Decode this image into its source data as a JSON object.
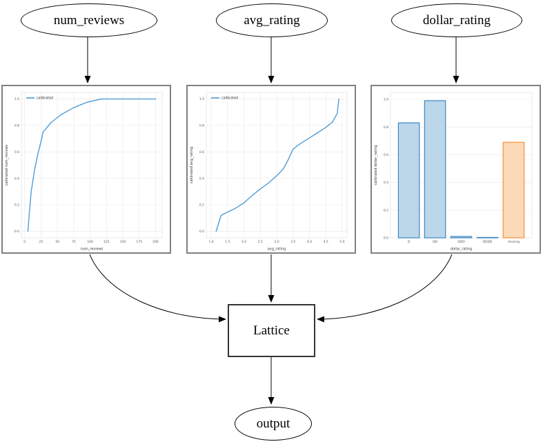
{
  "nodes": {
    "num_reviews": "num_reviews",
    "avg_rating": "avg_rating",
    "dollar_rating": "dollar_rating",
    "lattice": "Lattice",
    "output": "output"
  },
  "edges": [
    {
      "from": "num_reviews",
      "to": "num_reviews calibration plot"
    },
    {
      "from": "avg_rating",
      "to": "avg_rating calibration plot"
    },
    {
      "from": "dollar_rating",
      "to": "dollar_rating calibration plot"
    },
    {
      "from": "num_reviews calibration plot",
      "to": "Lattice"
    },
    {
      "from": "avg_rating calibration plot",
      "to": "Lattice"
    },
    {
      "from": "dollar_rating calibration plot",
      "to": "Lattice"
    },
    {
      "from": "Lattice",
      "to": "output"
    }
  ],
  "colors": {
    "line_blue": "#4f9bd5",
    "bar_blue_fill": "#bcd6ea",
    "bar_blue_edge": "#3d87c0",
    "bar_orange_fill": "#fcd9b8",
    "bar_orange_edge": "#f98f37",
    "grid": "#ebebeb",
    "axes_frame": "#e0e0e0",
    "tick_text": "#555555",
    "edge_black": "#000000",
    "plot_border": "#7f7f7f"
  },
  "chart_data": [
    {
      "type": "line",
      "title": "",
      "xlabel": "num_reviews",
      "ylabel": "calibrated num_reviews",
      "legend_label": "calibrated",
      "legend_position": "upper left",
      "grid": true,
      "xlim": [
        -5,
        210
      ],
      "ylim": [
        -0.05,
        1.05
      ],
      "xticks": [
        0,
        25,
        50,
        75,
        100,
        125,
        150,
        175,
        200
      ],
      "xtick_labels": [
        "0",
        "25",
        "50",
        "75",
        "100",
        "125",
        "150",
        "175",
        "200"
      ],
      "yticks": [
        0.0,
        0.2,
        0.4,
        0.6,
        0.8,
        1.0
      ],
      "ytick_labels": [
        "0.0",
        "0.2",
        "0.4",
        "0.6",
        "0.8",
        "1.0"
      ],
      "series": [
        {
          "name": "calibrated",
          "x": [
            5,
            7,
            10,
            15,
            20,
            25,
            28,
            40,
            55,
            75,
            95,
            117,
            200
          ],
          "y": [
            0.0,
            0.13,
            0.3,
            0.46,
            0.58,
            0.68,
            0.75,
            0.82,
            0.88,
            0.935,
            0.975,
            1.0,
            1.0
          ]
        }
      ]
    },
    {
      "type": "line",
      "title": "",
      "xlabel": "avg_rating",
      "ylabel": "calibrated avg_rating",
      "legend_label": "calibrated",
      "legend_position": "upper left",
      "grid": true,
      "xlim": [
        0.85,
        5.15
      ],
      "ylim": [
        -0.05,
        1.05
      ],
      "xticks": [
        1.0,
        1.5,
        2.0,
        2.5,
        3.0,
        3.5,
        4.0,
        4.5,
        5.0
      ],
      "xtick_labels": [
        "1.0",
        "1.5",
        "2.0",
        "2.5",
        "3.0",
        "3.5",
        "4.0",
        "4.5",
        "5.0"
      ],
      "yticks": [
        0.0,
        0.2,
        0.4,
        0.6,
        0.8,
        1.0
      ],
      "ytick_labels": [
        "0.0",
        "0.2",
        "0.4",
        "0.6",
        "0.8",
        "1.0"
      ],
      "series": [
        {
          "name": "calibrated",
          "x": [
            1.15,
            1.3,
            1.5,
            1.75,
            2.0,
            2.25,
            2.5,
            2.75,
            3.0,
            3.2,
            3.35,
            3.5,
            3.65,
            3.8,
            4.0,
            4.25,
            4.5,
            4.7,
            4.85,
            4.9
          ],
          "y": [
            0.0,
            0.12,
            0.145,
            0.175,
            0.215,
            0.27,
            0.32,
            0.365,
            0.42,
            0.47,
            0.54,
            0.62,
            0.65,
            0.675,
            0.705,
            0.745,
            0.785,
            0.825,
            0.89,
            1.0
          ]
        }
      ]
    },
    {
      "type": "bar",
      "title": "",
      "xlabel": "dollar_rating",
      "ylabel": "calibrated dollar_rating",
      "grid": true,
      "xlim": [
        -0.7,
        4.7
      ],
      "ylim": [
        0,
        1.05
      ],
      "bar_width": 0.8,
      "categories": [
        "D",
        "DD",
        "DDD",
        "DDDD",
        "missing"
      ],
      "values": [
        0.83,
        0.99,
        0.01,
        0.003,
        0.69
      ],
      "bar_styles": [
        "blue",
        "blue",
        "blue",
        "blue",
        "orange"
      ],
      "yticks": [
        0.0,
        0.2,
        0.4,
        0.6,
        0.8,
        1.0
      ],
      "ytick_labels": [
        "0.0",
        "0.2",
        "0.4",
        "0.6",
        "0.8",
        "1.0"
      ]
    }
  ]
}
